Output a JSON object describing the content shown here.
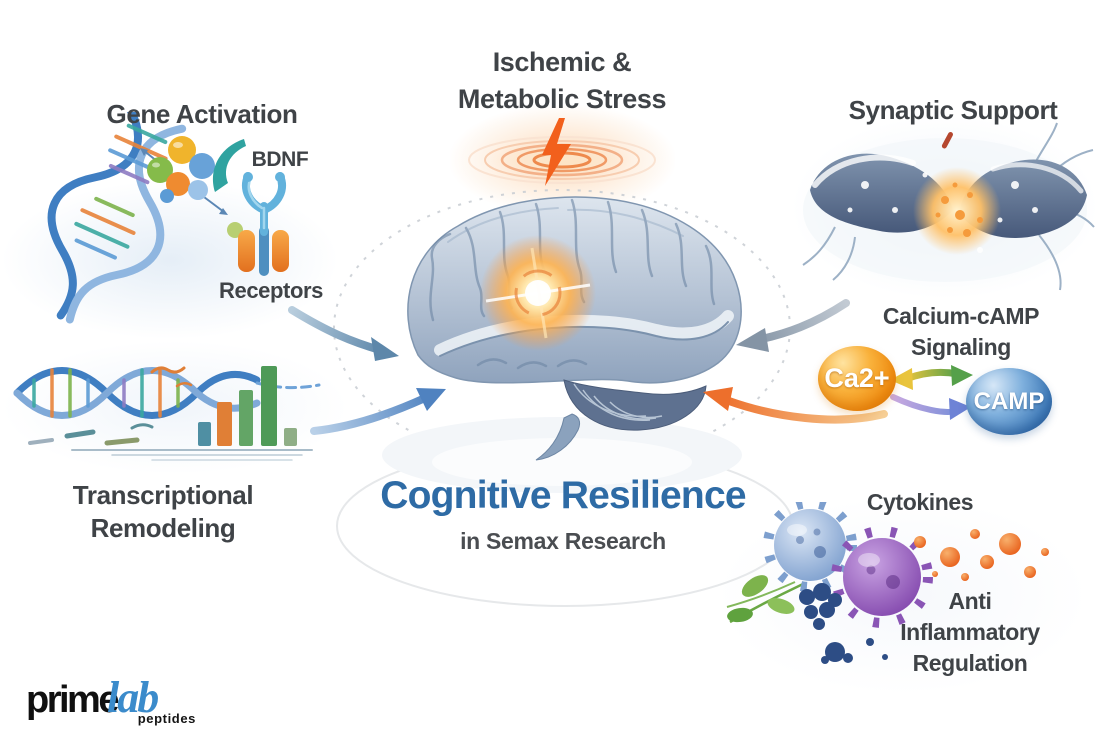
{
  "center": {
    "title": "Cognitive Resilience",
    "subtitle": "in Semax Research",
    "title_color": "#2e6ba5",
    "brain_icon": "brain-illustration"
  },
  "sections": {
    "stress": {
      "line1": "Ischemic &",
      "line2": "Metabolic Stress",
      "icon": "lightning-bolt-icon",
      "rings_icon": "pulse-rings-icon",
      "accent_color": "#f2601c"
    },
    "gene": {
      "title": "Gene Activation",
      "bdnf_label": "BDNF",
      "receptors_label": "Receptors",
      "icons": [
        "dna-helix-icon",
        "protein-complex-icon",
        "activation-arrow-icon",
        "receptor-icon"
      ]
    },
    "synaptic": {
      "title": "Synaptic Support",
      "icon": "synapse-icon"
    },
    "signaling": {
      "title_line1": "Calcium-cAMP",
      "title_line2": "Signaling",
      "node_ca": "Ca2+",
      "node_camp": "CAMP",
      "ca_color": "#f09a1e",
      "camp_color": "#3f7ab8",
      "icons": [
        "exchange-arrow-icon",
        "signal-arrow-icon"
      ]
    },
    "transcription": {
      "title_line1": "Transcriptional",
      "title_line2": "Remodeling",
      "icons": [
        "dna-wave-icon",
        "bar-chart-icon"
      ]
    },
    "inflammation": {
      "cytokines_title": "Cytokines",
      "regulation_line1": "Anti",
      "regulation_line2": "Inflammatory",
      "regulation_line3": "Regulation",
      "icons": [
        "cytokine-cells-icon",
        "mediator-dots-icon",
        "leaf-icon"
      ]
    }
  },
  "colors": {
    "heading_gray": "#3f4347",
    "title_blue": "#2e6ba5",
    "orange_accent": "#ed6f2c",
    "arrow_blue": "#4f82c0",
    "arrow_gray": "#8494a5"
  },
  "logo": {
    "prime": "prime",
    "lab": "lab",
    "peptides": "peptides"
  }
}
